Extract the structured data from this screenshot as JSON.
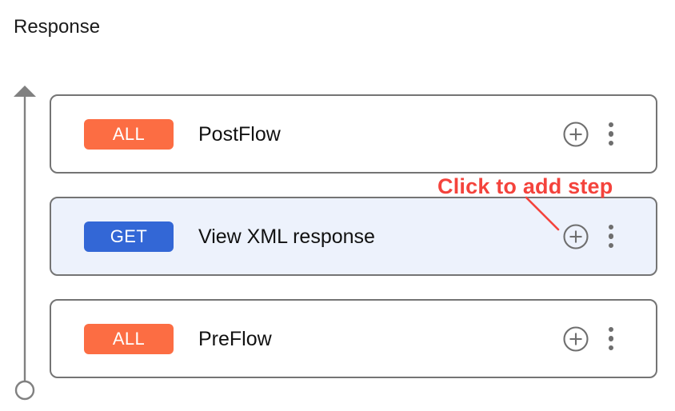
{
  "page": {
    "title": "Response",
    "background_color": "#ffffff"
  },
  "timeline": {
    "name": "flow-direction-axis",
    "arrow_direction": "up",
    "line_color": "#808080",
    "endpoint_shape": "circle"
  },
  "colors": {
    "badge_all": "#fc6d43",
    "badge_get": "#3367d6",
    "card_border": "#747474",
    "card_selected_bg": "#edf2fc",
    "icon_gray": "#6e6e6e",
    "annotation_red": "#f4433c"
  },
  "flow_rows": [
    {
      "badge": "ALL",
      "badge_type": "all",
      "label": "PostFlow",
      "selected": false,
      "add_icon": "plus-circle-icon",
      "menu_icon": "kebab-menu-icon"
    },
    {
      "badge": "GET",
      "badge_type": "get",
      "label": "View XML response",
      "selected": true,
      "add_icon": "plus-circle-icon",
      "menu_icon": "kebab-menu-icon"
    },
    {
      "badge": "ALL",
      "badge_type": "all",
      "label": "PreFlow",
      "selected": false,
      "add_icon": "plus-circle-icon",
      "menu_icon": "kebab-menu-icon"
    }
  ],
  "annotation": {
    "text": "Click to add step",
    "points_to": "plus-circle-icon-row-2",
    "color": "#f4433c"
  }
}
